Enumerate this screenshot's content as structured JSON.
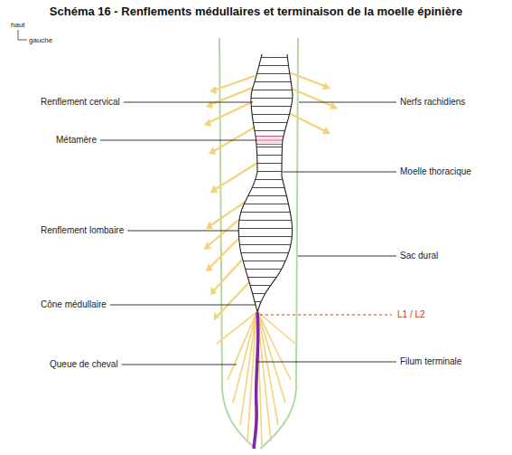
{
  "diagram": {
    "title": "Schéma 16 - Renflements médullaires et terminaison de la moelle épinière",
    "labels": [
      "haut",
      "gauche",
      "Renflement cervical",
      "Métamère",
      "Renflement lombaire",
      "Cône médullaire",
      "Queue de cheval",
      "Nerfs rachidiens",
      "Moelle thoracique",
      "Sac dural",
      "L1 / L2",
      "Filum terminale"
    ]
  }
}
